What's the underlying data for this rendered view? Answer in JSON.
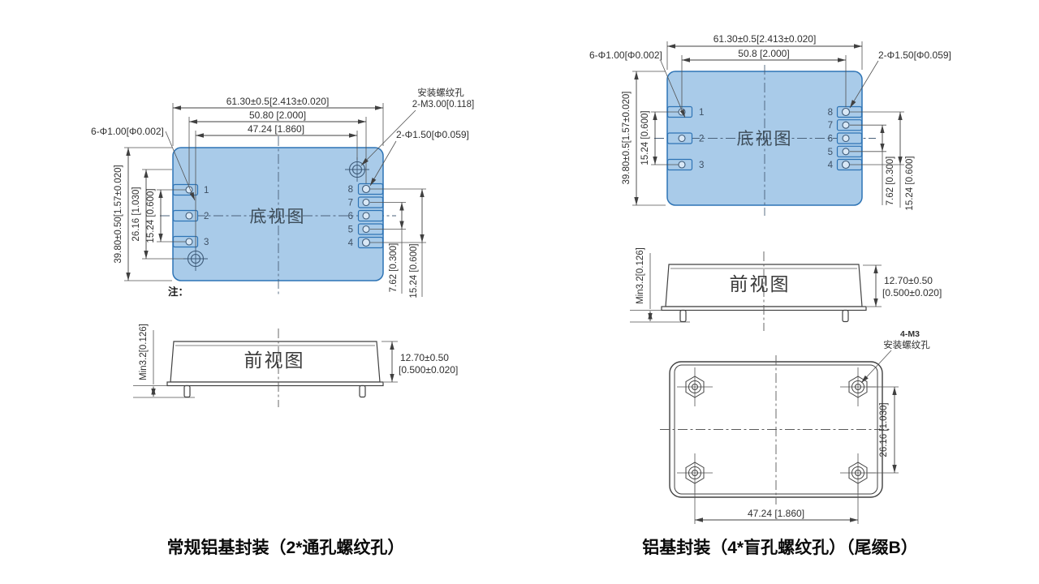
{
  "left": {
    "caption": "常规铝基封装（2*通孔螺纹孔）",
    "note": "注：",
    "bottom_view": {
      "view_label": "底视图",
      "dim_width_overall": "61.30±0.5[2.413±0.020]",
      "dim_width_pins": "50.80 [2.000]",
      "dim_width_holes": "47.24 [1.860]",
      "dim_height_overall": "39.80±0.50[1.57±0.020]",
      "dim_hole_offset": "26.16 [1.030]",
      "dim_left_pin_span": "15.24 [0.600]",
      "dim_right_pin_pitch": "7.62 [0.300]",
      "dim_right_pin_span": "15.24 [0.600]",
      "label_pin_dia": "6-Φ1.00[Φ0.002]",
      "label_mount_title": "安装螺纹孔",
      "label_mount_spec": "2-M3.00[0.118]",
      "label_pilot_dia": "2-Φ1.50[Φ0.059]",
      "pins_left": [
        "1",
        "2",
        "3"
      ],
      "pins_right": [
        "8",
        "7",
        "6",
        "5",
        "4"
      ]
    },
    "front_view": {
      "view_label": "前视图",
      "dim_standoff": "Min3.2[0.126]",
      "dim_height_mm": "12.70±0.50",
      "dim_height_in": "[0.500±0.020]"
    }
  },
  "right": {
    "caption": "铝基封装（4*盲孔螺纹孔）（尾缀B）",
    "bottom_view": {
      "view_label": "底视图",
      "dim_width_overall": "61.30±0.5[2.413±0.020]",
      "dim_width_pins": "50.8 [2.000]",
      "dim_height_overall": "39.80±0.5[1.57±0.020]",
      "dim_left_pin_span": "15.24 [0.600]",
      "dim_right_pin_pitch": "7.62 [0.300]",
      "dim_right_pin_span": "15.24 [0.600]",
      "label_pin_dia": "6-Φ1.00[Φ0.002]",
      "label_pilot_dia": "2-Φ1.50[Φ0.059]",
      "pins_left": [
        "1",
        "2",
        "3"
      ],
      "pins_right": [
        "8",
        "7",
        "6",
        "5",
        "4"
      ]
    },
    "front_view": {
      "view_label": "前视图",
      "dim_standoff": "Min3.2[0.126]",
      "dim_height_mm": "12.70±0.50",
      "dim_height_in": "[0.500±0.020]"
    },
    "base_view": {
      "label_mount_line1": "4-M3",
      "label_mount_line2": "安装螺纹孔",
      "dim_hole_span_v": "26.16 [1.030]",
      "dim_hole_span_h": "47.24 [1.860]"
    }
  }
}
